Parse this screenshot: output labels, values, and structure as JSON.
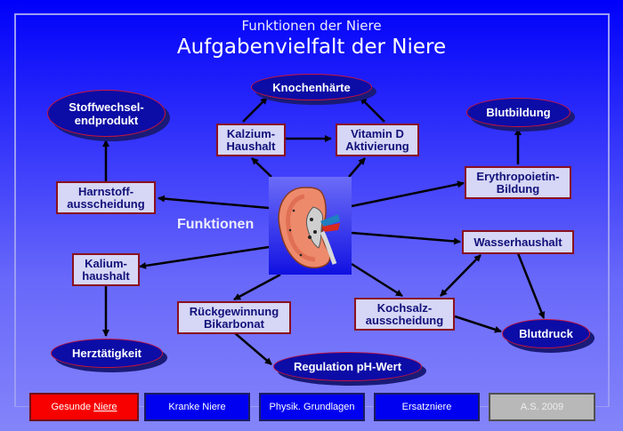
{
  "header": {
    "subtitle": "Funktionen der Niere",
    "title": "Aufgabenvielfalt der Niere"
  },
  "center": {
    "label": "Funktionen",
    "image": "kidney-cross-section"
  },
  "nodes": {
    "knochenhaerte": "Knochenhärte",
    "kalzium": "Kalzium-\nHaushalt",
    "vitamin_d": "Vitamin D\nAktivierung",
    "stoffwechsel": "Stoffwechsel-\nendprodukt",
    "harnstoff": "Harnstoff-\nausscheidung",
    "blutbildung": "Blutbildung",
    "erythropoietin": "Erythropoietin-\nBildung",
    "wasserhaushalt": "Wasserhaushalt",
    "kalium": "Kalium-\nhaushalt",
    "herztaetigkeit": "Herztätigkeit",
    "rueckgewinnung": "Rückgewinnung\nBikarbonat",
    "ph_wert": "Regulation pH-Wert",
    "kochsalz": "Kochsalz-\nausscheidung",
    "blutdruck": "Blutdruck"
  },
  "nav": {
    "gesunde_prefix": "Gesunde ",
    "gesunde_link": "Niere",
    "kranke": "Kranke Niere",
    "physik": "Physik. Grundlagen",
    "ersatz": "Ersatzniere",
    "author": "A.S. 2009"
  },
  "colors": {
    "active_nav": "#f80000",
    "nav": "#0000f0",
    "box_border": "#8a1020",
    "ellipse_fill": "#0c0ca6"
  }
}
